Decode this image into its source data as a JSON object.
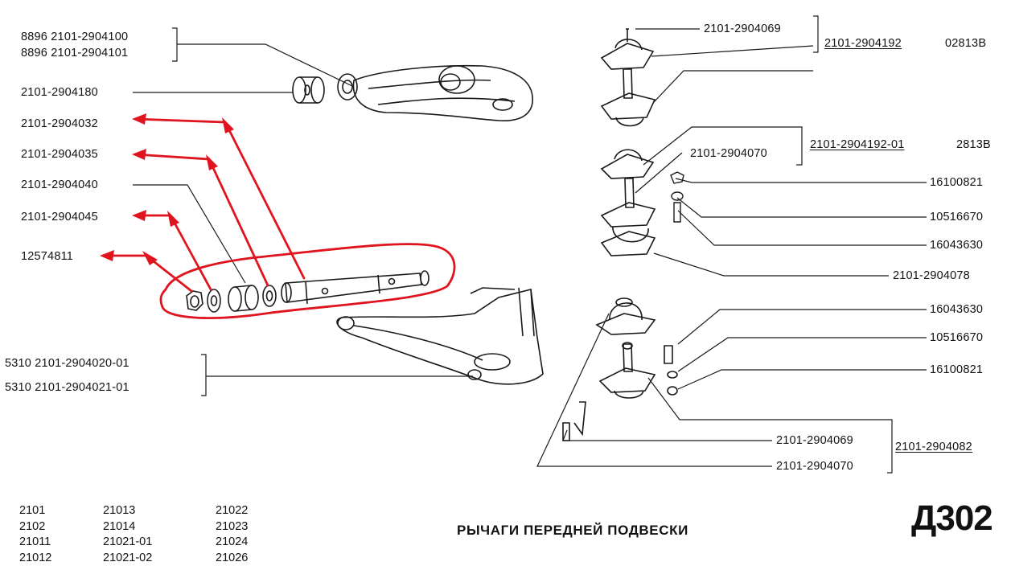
{
  "labels": {
    "upper_arm_a": "8896 2101-2904100",
    "upper_arm_b": "8896 2101-2904101",
    "bushing_upper": "2101-2904180",
    "axle": "2101-2904032",
    "washer": "2101-2904035",
    "bushing_lower": "2101-2904040",
    "washer_outer": "2101-2904045",
    "nut": "12574811",
    "lower_arm_a": "5310 2101-2904020-01",
    "lower_arm_b": "5310 2101-2904021-01",
    "upper_pin": "2101-2904069",
    "upper_joint": "2101-2904192",
    "upper_joint_ref": "02813B",
    "upper_boot": "2101-2904070",
    "upper_joint2": "2101-2904192-01",
    "upper_joint2_ref": "2813B",
    "nut_a": "16100821",
    "washer_a": "10516670",
    "bolt_a": "16043630",
    "bumper": "2101-2904078",
    "bolt_b": "16043630",
    "washer_b": "10516670",
    "nut_b": "16100821",
    "lower_pin": "2101-2904069",
    "lower_boot": "2101-2904070",
    "lower_joint": "2101-2904082"
  },
  "models": [
    [
      "2101",
      "2102",
      "21011",
      "21012"
    ],
    [
      "21013",
      "21014",
      "21021-01",
      "21021-02"
    ],
    [
      "21022",
      "21023",
      "21024",
      "21026"
    ]
  ],
  "title": "РЫЧАГИ ПЕРЕДНЕЙ ПОДВЕСКИ",
  "code": "Д302",
  "colors": {
    "highlight": "#e0141e",
    "ink": "#1a1a1a"
  }
}
